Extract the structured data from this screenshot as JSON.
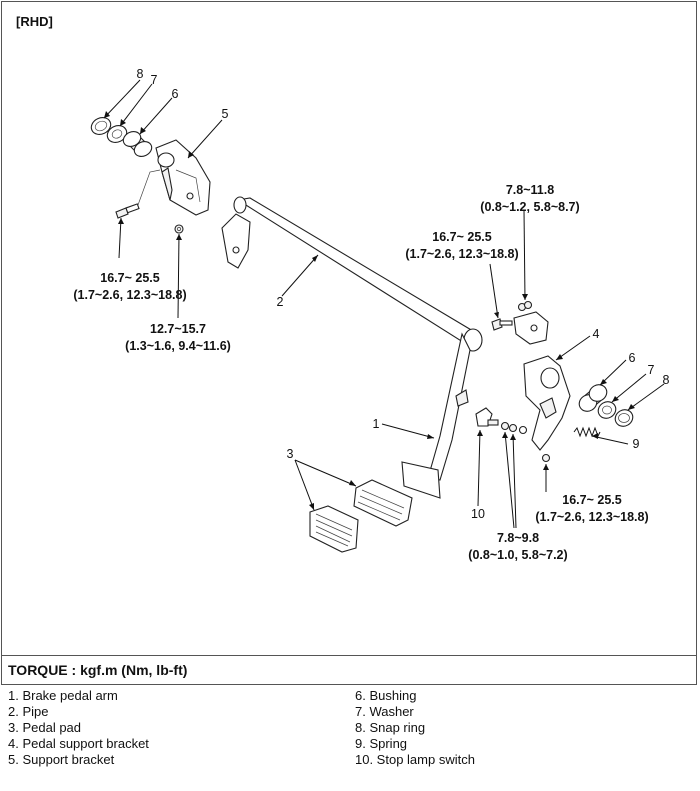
{
  "header": {
    "tag": "[RHD]"
  },
  "callouts": {
    "n1": "1",
    "n2": "2",
    "n3": "3",
    "n4": "4",
    "n5": "5",
    "n6a": "6",
    "n7a": "7",
    "n8a": "8",
    "n6b": "6",
    "n7b": "7",
    "n8b": "8",
    "n9": "9",
    "n10": "10"
  },
  "torques": {
    "left_bolt": {
      "line1": "16.7~ 25.5",
      "line2": "(1.7~2.6, 12.3~18.8)"
    },
    "left_nut": {
      "line1": "12.7~15.7",
      "line2": "(1.3~1.6, 9.4~11.6)"
    },
    "top_nut": {
      "line1": "7.8~11.8",
      "line2": "(0.8~1.2, 5.8~8.7)"
    },
    "mid_bolt": {
      "line1": "16.7~ 25.5",
      "line2": "(1.7~2.6, 12.3~18.8)"
    },
    "right_nut": {
      "line1": "16.7~ 25.5",
      "line2": "(1.7~2.6, 12.3~18.8)"
    },
    "switch_nut": {
      "line1": "7.8~9.8",
      "line2": "(0.8~1.0, 5.8~7.2)"
    }
  },
  "torque_unit": "TORQUE : kgf.m (Nm, lb-ft)",
  "legend_left": [
    "1. Brake pedal arm",
    "2. Pipe",
    "3. Pedal pad",
    "4. Pedal support bracket",
    "5. Support bracket"
  ],
  "legend_right": [
    "6. Bushing",
    "7. Washer",
    "8. Snap ring",
    "9. Spring",
    "10. Stop lamp switch"
  ]
}
